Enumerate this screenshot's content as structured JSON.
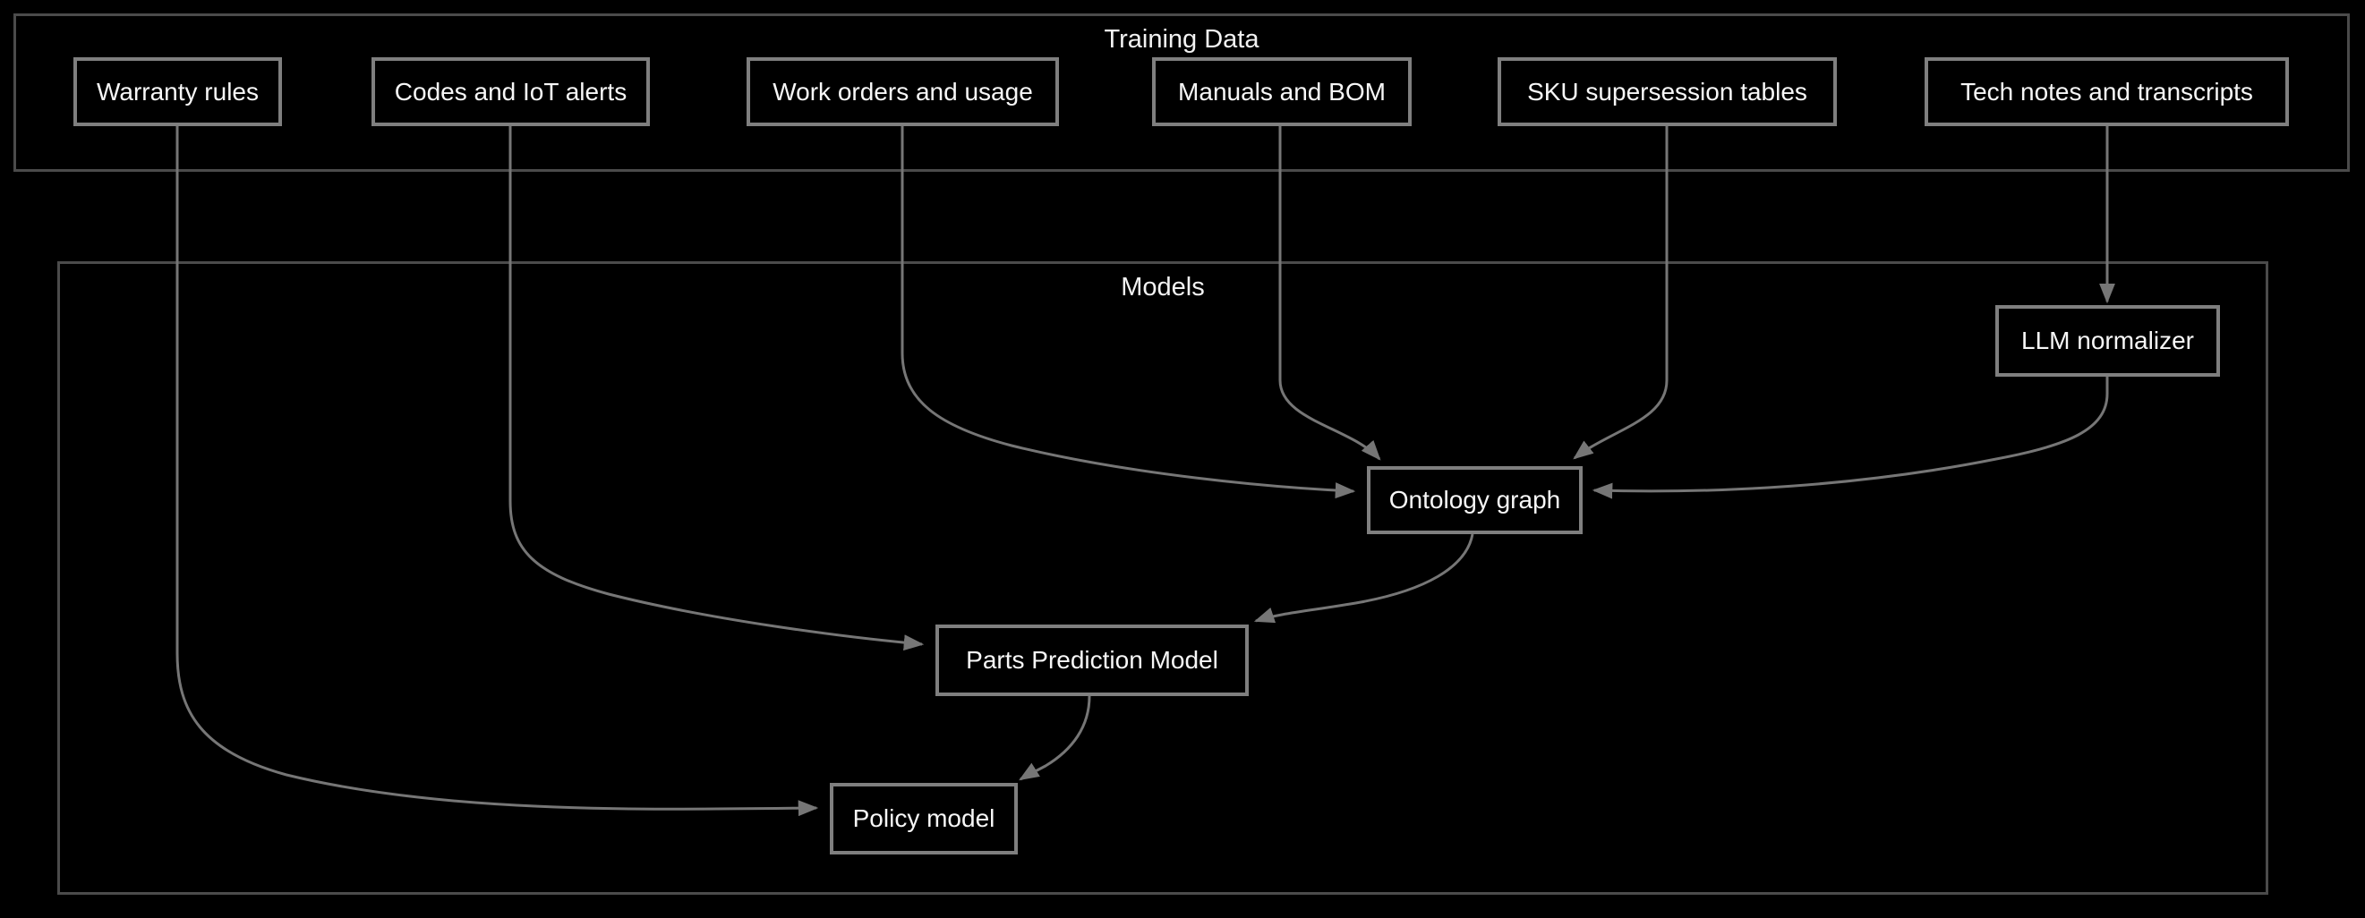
{
  "diagram": {
    "title": "Training data to models dependency diagram",
    "colors": {
      "background": "#000000",
      "cluster_border": "#4b4b4b",
      "node_border": "#7f7f7f",
      "edge": "#767676",
      "text": "#f5f5f5"
    },
    "clusters": {
      "training": {
        "label": "Training Data"
      },
      "models": {
        "label": "Models"
      }
    },
    "nodes": {
      "warranty_rules": {
        "label": "Warranty rules",
        "cluster": "Training Data"
      },
      "codes_iot_alerts": {
        "label": "Codes and IoT alerts",
        "cluster": "Training Data"
      },
      "work_orders_usage": {
        "label": "Work orders and usage",
        "cluster": "Training Data"
      },
      "manuals_bom": {
        "label": "Manuals and BOM",
        "cluster": "Training Data"
      },
      "sku_supersession": {
        "label": "SKU supersession tables",
        "cluster": "Training Data"
      },
      "tech_notes_transcripts": {
        "label": "Tech notes and transcripts",
        "cluster": "Training Data"
      },
      "llm_normalizer": {
        "label": "LLM normalizer",
        "cluster": "Models"
      },
      "ontology_graph": {
        "label": "Ontology graph",
        "cluster": "Models"
      },
      "parts_prediction_model": {
        "label": "Parts Prediction Model",
        "cluster": "Models"
      },
      "policy_model": {
        "label": "Policy model",
        "cluster": "Models"
      }
    },
    "edges": [
      {
        "from": "warranty_rules",
        "to": "policy_model"
      },
      {
        "from": "codes_iot_alerts",
        "to": "parts_prediction_model"
      },
      {
        "from": "work_orders_usage",
        "to": "ontology_graph"
      },
      {
        "from": "manuals_bom",
        "to": "ontology_graph"
      },
      {
        "from": "sku_supersession",
        "to": "ontology_graph"
      },
      {
        "from": "tech_notes_transcripts",
        "to": "llm_normalizer"
      },
      {
        "from": "llm_normalizer",
        "to": "ontology_graph"
      },
      {
        "from": "ontology_graph",
        "to": "parts_prediction_model"
      },
      {
        "from": "parts_prediction_model",
        "to": "policy_model"
      }
    ]
  }
}
